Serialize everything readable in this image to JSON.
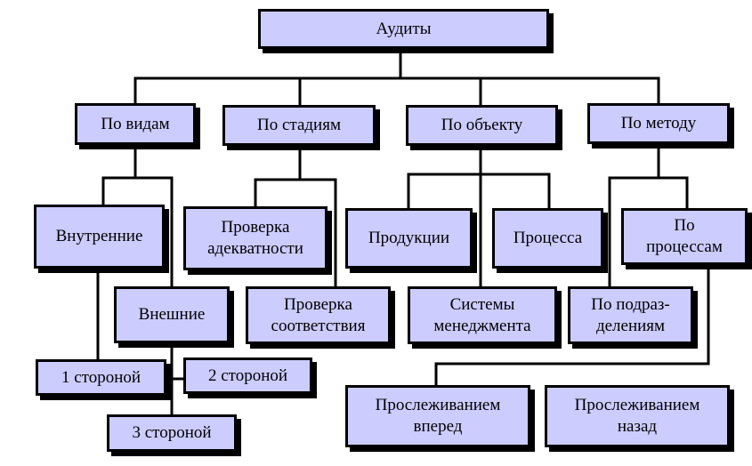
{
  "diagram": {
    "root": "Аудиты",
    "categories": {
      "by_type": "По видам",
      "by_stage": "По стадиям",
      "by_object": "По объекту",
      "by_method": "По методу"
    },
    "by_type": {
      "internal": "Внутренние",
      "external": "Внешние",
      "first_party": "1 стороной",
      "second_party": "2 стороной",
      "third_party": "3 стороной"
    },
    "by_stage": {
      "adequacy_check": "Проверка\nадекватности",
      "compliance_check": "Проверка\nсоответствия"
    },
    "by_object": {
      "products": "Продукции",
      "process": "Процесса",
      "management_systems": "Системы\nменеджмента"
    },
    "by_method": {
      "by_processes": "По\nпроцессам",
      "by_departments": "По подраз-\nделениям",
      "trace_forward": "Прослеживанием\nвперед",
      "trace_backward": "Прослеживанием\nназад"
    }
  },
  "colors": {
    "box_fill": "#ccccff",
    "border": "#000000",
    "line": "#000000"
  }
}
